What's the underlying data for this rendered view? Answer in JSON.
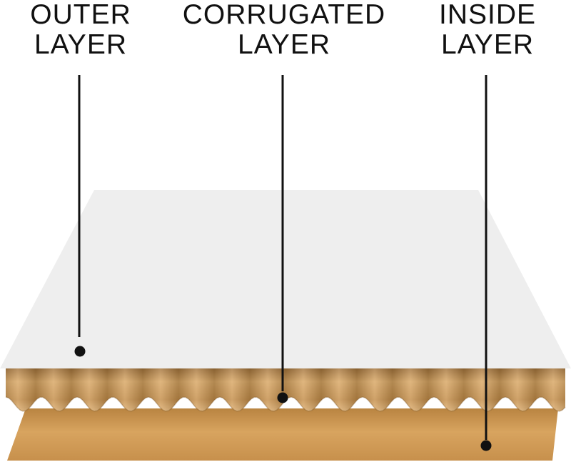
{
  "labels": {
    "outer": {
      "line1": "OUTER",
      "line2": "LAYER"
    },
    "corrugated": {
      "line1": "CORRUGATED",
      "line2": "LAYER"
    },
    "inside": {
      "line1": "INSIDE",
      "line2": "LAYER"
    }
  },
  "colors": {
    "outer_sheet": "#eeeeee",
    "cardboard_light": "#dca762",
    "cardboard_dark": "#b98441",
    "leader_line": "#111111"
  }
}
